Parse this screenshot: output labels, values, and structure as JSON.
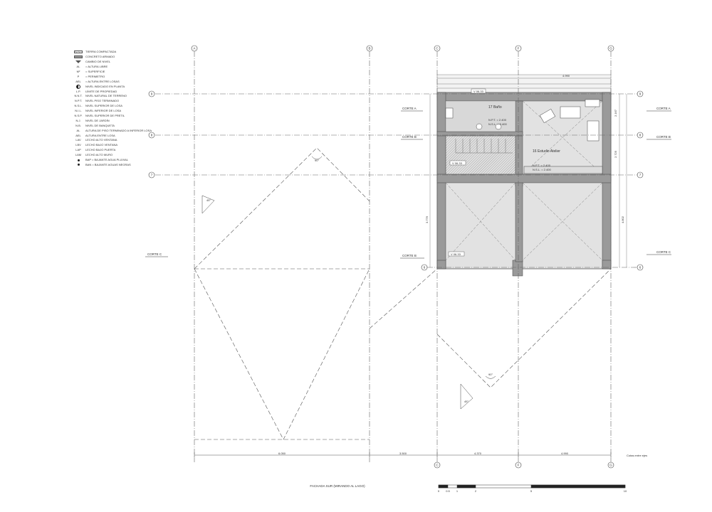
{
  "grid": {
    "columns": [
      "A",
      "B",
      "C",
      "F",
      "G"
    ],
    "rows": [
      "9",
      "8",
      "7",
      "6"
    ]
  },
  "legend": {
    "items": [
      {
        "key": "",
        "swatch": "hatch",
        "label": "TIERRA COMPACTADA"
      },
      {
        "key": "",
        "swatch": "solid",
        "label": "CONCRETO ARMADO"
      },
      {
        "key": "",
        "swatch": "level",
        "label": "CAMBIO DE NIVEL"
      },
      {
        "key": "AL",
        "swatch": "",
        "label": "= ALTURA LIBRE"
      },
      {
        "key": "M²",
        "swatch": "",
        "label": "= SUPERFICIE"
      },
      {
        "key": "P",
        "swatch": "",
        "label": "= PERIMETRO"
      },
      {
        "key": "AEL",
        "swatch": "",
        "label": "= ALTURA ENTRE LOSAS"
      },
      {
        "key": "",
        "swatch": "half",
        "label": "NIVEL INDICADO EN PLANTA"
      },
      {
        "key": "L.P.",
        "swatch": "",
        "label": "LÍMITE DE PROPIEDAD"
      },
      {
        "key": "N.N.T.",
        "swatch": "",
        "label": "NIVEL NATURAL DE TERRENO"
      },
      {
        "key": "N.P.T.",
        "swatch": "",
        "label": "NIVEL PISO TERMINADO"
      },
      {
        "key": "N.S.L.",
        "swatch": "",
        "label": "NIVEL SUPERIOR DE LOSA"
      },
      {
        "key": "N.I.L.",
        "swatch": "",
        "label": "NIVEL INFERIOR DE LOSA"
      },
      {
        "key": "N.S.P.",
        "swatch": "",
        "label": "NIVEL SUPERIOR DE PRETIL"
      },
      {
        "key": "N.J.",
        "swatch": "",
        "label": "NIVEL DE JARDÍN"
      },
      {
        "key": "N.B.",
        "swatch": "",
        "label": "NIVEL DE BANQUETA"
      },
      {
        "key": "AL",
        "swatch": "",
        "label": "ALTURA DE PISO TERMINADO A INFERIOR LOSA"
      },
      {
        "key": "AEL",
        "swatch": "",
        "label": "ALTURA ENTRE LOSA"
      },
      {
        "key": "LAV",
        "swatch": "",
        "label": "LECHO ALTO VENTANA"
      },
      {
        "key": "LBV",
        "swatch": "",
        "label": "LECHO BAJO VENTANA"
      },
      {
        "key": "LAP",
        "swatch": "",
        "label": "LECHO BAJO PUERTA"
      },
      {
        "key": "LAM",
        "swatch": "",
        "label": "LECHO ALTO MURO"
      },
      {
        "key": "",
        "swatch": "dot",
        "label": "BAP = BAJANTE AGUA PLUVIAL"
      },
      {
        "key": "",
        "swatch": "dot",
        "label": "BAN = BAJANTE AGUAS NEGRAS"
      }
    ]
  },
  "sections": {
    "corte_a": "CORTE A",
    "corte_b": "CORTE B",
    "corte_c": "CORTE C"
  },
  "rooms": {
    "bano": {
      "name": "17 Baño",
      "npt": "N.P.T. = 2.400",
      "nsl": "N.S.L. = 2.400"
    },
    "estudio": {
      "name": "16 Estudio Atelier",
      "npt": "N.P.T. = 2.400",
      "nsl": "N.S.L. = 2.400"
    }
  },
  "levels": {
    "a": "V 06.33",
    "b": "V 06.33",
    "c": "V 06.33"
  },
  "angles": {
    "a": "90°",
    "b": "90°",
    "c": "45°",
    "d": "45°"
  },
  "dimensions": {
    "bottom": [
      "6.050",
      "3.500",
      "4.370",
      "4.990"
    ],
    "bottom_note": "Cotas entre ejes",
    "top_total": "4.990",
    "right_a": "2.167",
    "right_b": "2.725",
    "right_c": "4.802",
    "left_a": "3.776"
  },
  "title": {
    "label": "FACHADA SUR (MIRANDO AL LAGO)"
  },
  "scale_bar": {
    "ticks": [
      "0",
      "0.5",
      "1",
      "2",
      "5",
      "10"
    ]
  }
}
